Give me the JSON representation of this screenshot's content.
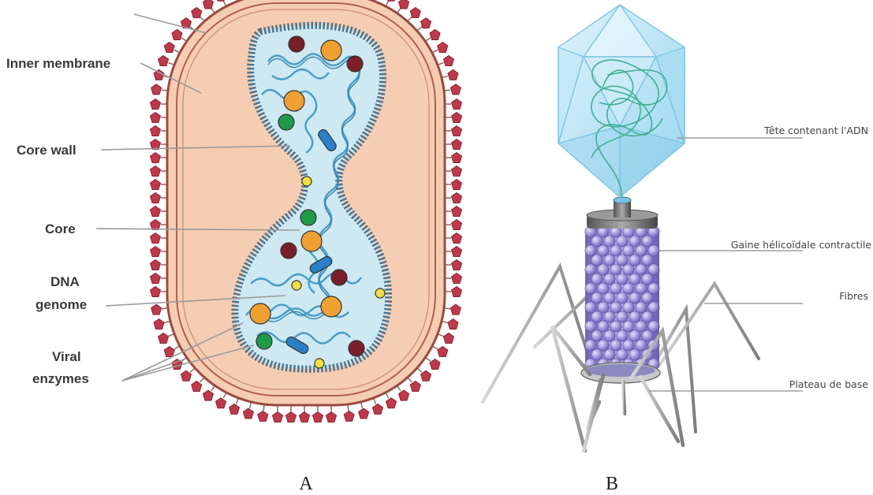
{
  "panel_a": {
    "labels": {
      "inner_membrane": "Inner membrane",
      "core_wall": "Core wall",
      "core": "Core",
      "dna_line1": "DNA",
      "dna_line2": "genome",
      "viral_line1": "Viral",
      "viral_line2": "enzymes"
    },
    "caption": "A",
    "colors": {
      "capsomere": "#c0394b",
      "capsid": "#f5cdb3",
      "core_wall": "#4d7590",
      "core": "#cfe9f2",
      "dna": "#4a9fc8",
      "enzyme_orange": "#f0a030",
      "enzyme_maroon": "#7a1f2a",
      "enzyme_green": "#1e9a48",
      "enzyme_blue": "#2a80c8",
      "enzyme_yellow": "#f2e040"
    }
  },
  "panel_b": {
    "labels": {
      "head": "Tête contenant l'ADN",
      "sheath": "Gaine hélicoïdale contractile",
      "fibers": "Fibres",
      "baseplate": "Plateau de base"
    },
    "caption": "B",
    "colors": {
      "head": "#b9e4f6",
      "sheath": "#9a8fd6",
      "dna": "#3fb090",
      "fiber": "#a8a8a8"
    }
  }
}
